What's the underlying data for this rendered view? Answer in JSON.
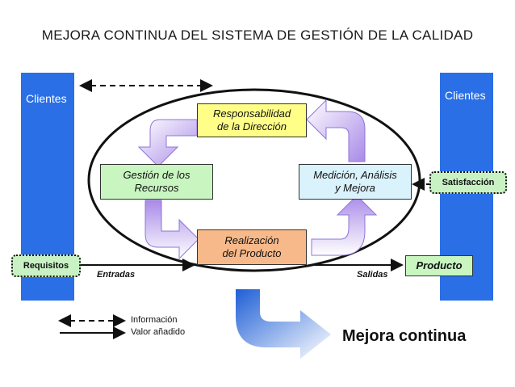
{
  "title": "MEJORA CONTINUA DEL SISTEMA DE GESTIÓN DE LA CALIDAD",
  "pillars": {
    "left": "Clientes",
    "right": "Clientes"
  },
  "boxes": {
    "responsabilidad": [
      "Responsabilidad",
      "de la Dirección"
    ],
    "gestion": [
      "Gestión de los",
      "Recursos"
    ],
    "medicion": [
      "Medición, Análisis",
      "y Mejora"
    ],
    "realizacion": [
      "Realización",
      "del Producto"
    ],
    "producto": "Producto"
  },
  "tags": {
    "requisitos": "Requisitos",
    "satisfaccion": "Satisfacción"
  },
  "flow_labels": {
    "entradas": "Entradas",
    "salidas": "Salidas"
  },
  "legend": {
    "informacion": "Información",
    "valor": "Valor añadido"
  },
  "mejora": "Mejora continua",
  "colors": {
    "pillar": "#2a6fe6",
    "responsabilidad": "#ffff88",
    "gestion": "#c8f5c0",
    "medicion": "#d9f2fb",
    "realizacion": "#f7b98a",
    "producto": "#c8f5c0",
    "arrow_purple": "#b79af0",
    "arrow_blue": "#2f6fd9"
  }
}
